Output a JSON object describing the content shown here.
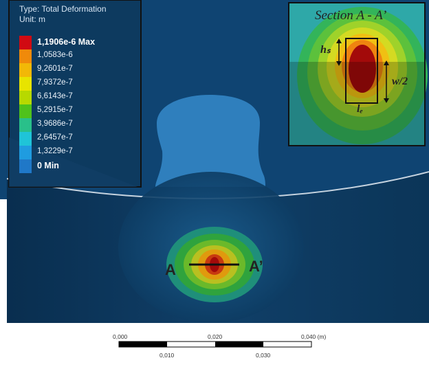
{
  "legend": {
    "type_label": "Type: Total Deformation",
    "unit_label": "Unit: m",
    "entries": [
      {
        "label": "1,1906e-6 Max",
        "color": "#d10a12"
      },
      {
        "label": "1,0583e-6",
        "color": "#f08a0a"
      },
      {
        "label": "9,2601e-7",
        "color": "#f2b807"
      },
      {
        "label": "7,9372e-7",
        "color": "#e8e400"
      },
      {
        "label": "6,6143e-7",
        "color": "#b7d900"
      },
      {
        "label": "5,2915e-7",
        "color": "#4fc21b"
      },
      {
        "label": "3,9686e-7",
        "color": "#29c08a"
      },
      {
        "label": "2,6457e-7",
        "color": "#1fc4d8"
      },
      {
        "label": "1,3229e-7",
        "color": "#1f9ce0"
      },
      {
        "label": "0 Min",
        "color": "#1f78c8"
      }
    ]
  },
  "inset": {
    "title": "Section A - A’",
    "h_label": "hₛ",
    "w_label": "w/2",
    "l_label": "lₑ"
  },
  "section": {
    "left": "A",
    "right": "A’"
  },
  "scale": {
    "top_ticks": [
      "0,000",
      "0,020",
      "0,040 (m)"
    ],
    "bottom_ticks": [
      "0,010",
      "0,030"
    ]
  },
  "colors": {
    "background_dark": "#0a3558",
    "background_mid": "#1a5a8a",
    "boss_light": "#3a8fc8"
  }
}
